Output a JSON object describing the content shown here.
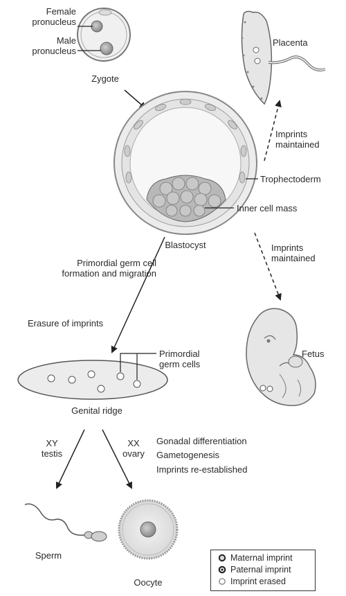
{
  "labels": {
    "female_pronucleus": [
      "Female",
      "pronucleus"
    ],
    "male_pronucleus": [
      "Male",
      "pronucleus"
    ],
    "zygote": "Zygote",
    "placenta": "Placenta",
    "imprints_maintained_top": [
      "Imprints",
      "maintained"
    ],
    "trophectoderm": "Trophectoderm",
    "inner_cell_mass": "Inner cell mass",
    "blastocyst": "Blastocyst",
    "pgc_formation": [
      "Primordial germ cell",
      "formation and migration"
    ],
    "imprints_maintained_bottom": [
      "Imprints",
      "maintained"
    ],
    "erasure": "Erasure of imprints",
    "primordial_germ_cells": [
      "Primordial",
      "germ cells"
    ],
    "fetus": "Fetus",
    "genital_ridge": "Genital ridge",
    "xy_testis": [
      "XY",
      "testis"
    ],
    "xx_ovary": [
      "XX",
      "ovary"
    ],
    "gonadal": "Gonadal differentiation",
    "gametogenesis": "Gametogenesis",
    "reestablished": "Imprints re-established",
    "sperm": "Sperm",
    "oocyte": "Oocyte"
  },
  "legend": [
    {
      "label": "Maternal imprint",
      "marker": "maternal-imprint-marker"
    },
    {
      "label": "Paternal imprint",
      "marker": "paternal-imprint-marker"
    },
    {
      "label": "Imprint erased",
      "marker": "imprint-erased-marker"
    }
  ]
}
